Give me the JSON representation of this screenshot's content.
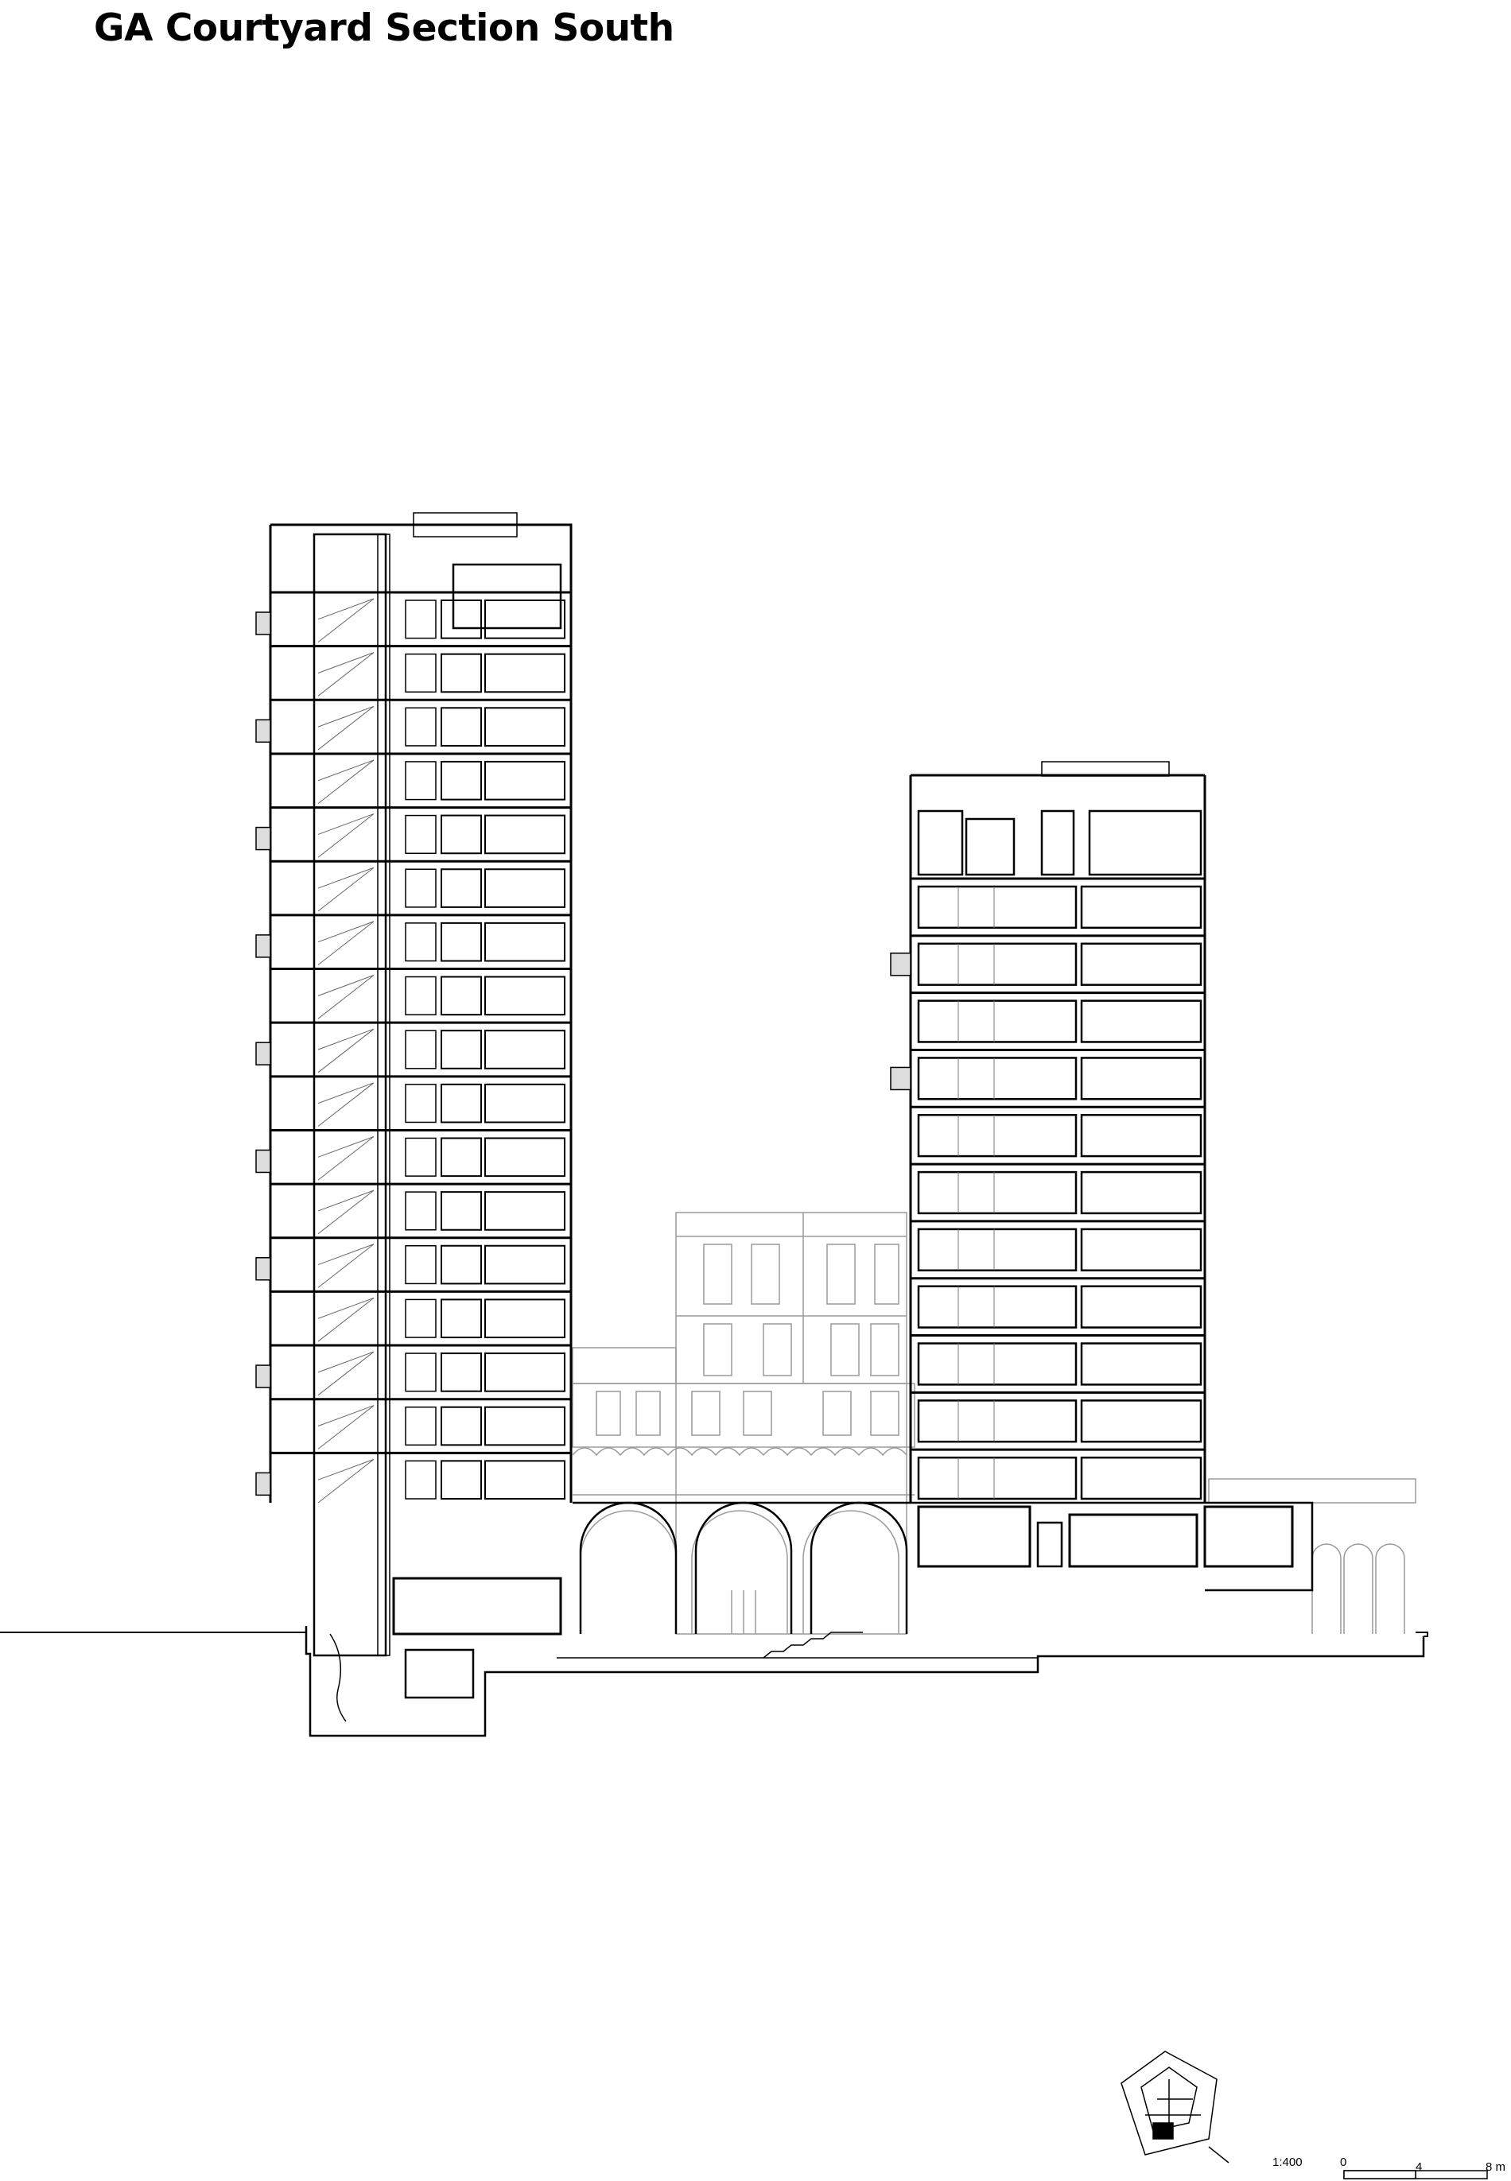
{
  "title": "GA Courtyard Section South",
  "scale": {
    "ratio": "1:400",
    "ticks": [
      "0",
      "4",
      "8 m"
    ]
  },
  "key_plan": {
    "icon": "site-key-plan-icon"
  },
  "drawing": {
    "left_tower_floors": 17,
    "right_tower_floors": 11,
    "arches": 3,
    "colors": {
      "line": "#000000",
      "light_line": "#9a9a9a",
      "background": "#ffffff"
    }
  }
}
